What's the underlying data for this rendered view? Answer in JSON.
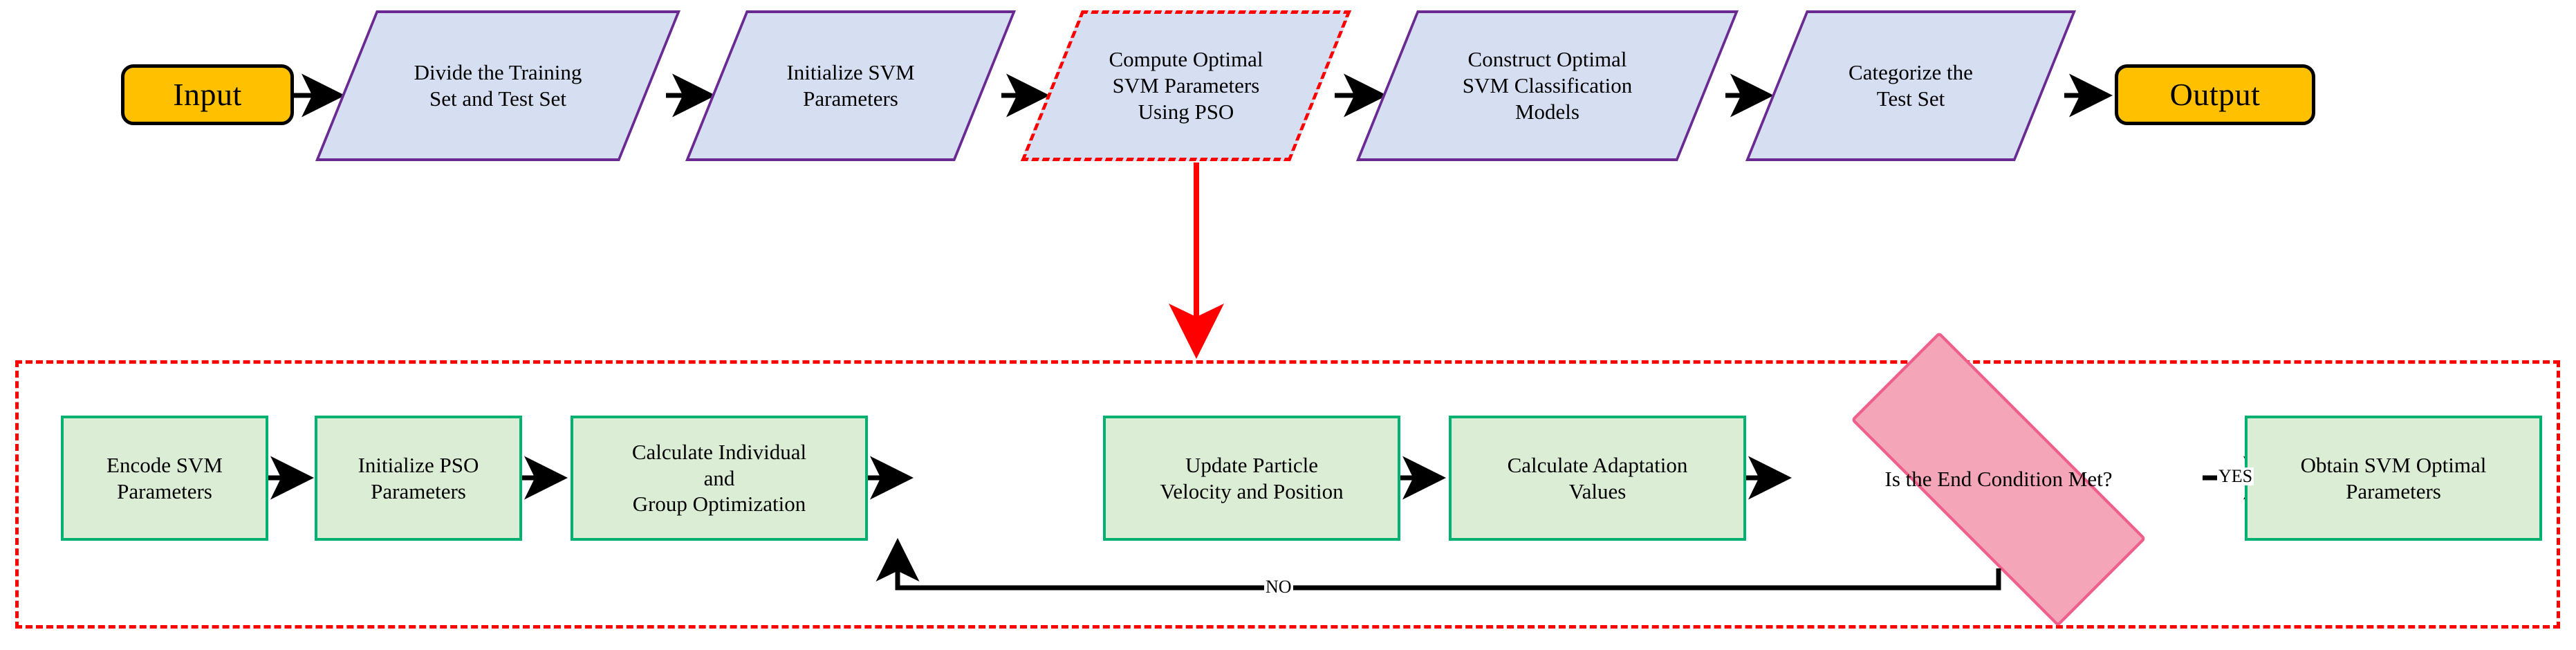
{
  "diagram": {
    "title": "PSO-optimized SVM classification flowchart",
    "colors": {
      "terminator_fill": "#ffc000",
      "terminator_border": "#000000",
      "process_fill": "#d6dff2",
      "process_border": "#6a2a91",
      "subprocess_fill": "#dcedd5",
      "subprocess_border": "#00b171",
      "decision_fill": "#f4a6b8",
      "decision_border": "#ef5f8c",
      "highlight_dashed": "#ff0000",
      "connector": "#000000"
    }
  },
  "main_flow": {
    "start": {
      "label": "Input"
    },
    "end": {
      "label": "Output"
    },
    "steps": [
      {
        "id": "divide",
        "label": "Divide the Training\nSet and Test Set",
        "highlight": false
      },
      {
        "id": "init-svm",
        "label": "Initialize SVM\nParameters",
        "highlight": false
      },
      {
        "id": "compute",
        "label": "Compute Optimal\nSVM Parameters\nUsing PSO",
        "highlight": true
      },
      {
        "id": "construct",
        "label": "Construct Optimal\nSVM Classification\nModels",
        "highlight": false
      },
      {
        "id": "categorize",
        "label": "Categorize the\nTest Set",
        "highlight": false
      }
    ]
  },
  "pso_subflow": {
    "steps": [
      {
        "id": "encode",
        "label": "Encode SVM\nParameters"
      },
      {
        "id": "init-pso",
        "label": "Initialize PSO\nParameters"
      },
      {
        "id": "calc-opt",
        "label": "Calculate Individual\nand\nGroup Optimization"
      },
      {
        "id": "update",
        "label": "Update Particle\nVelocity and Position"
      },
      {
        "id": "adapt",
        "label": "Calculate Adaptation\nValues"
      },
      {
        "id": "obtain",
        "label": "Obtain SVM Optimal\nParameters"
      }
    ],
    "decision": {
      "id": "end-cond",
      "label": "Is the End Condition Met?"
    },
    "edge_labels": {
      "yes": "YES",
      "no": "NO"
    }
  }
}
